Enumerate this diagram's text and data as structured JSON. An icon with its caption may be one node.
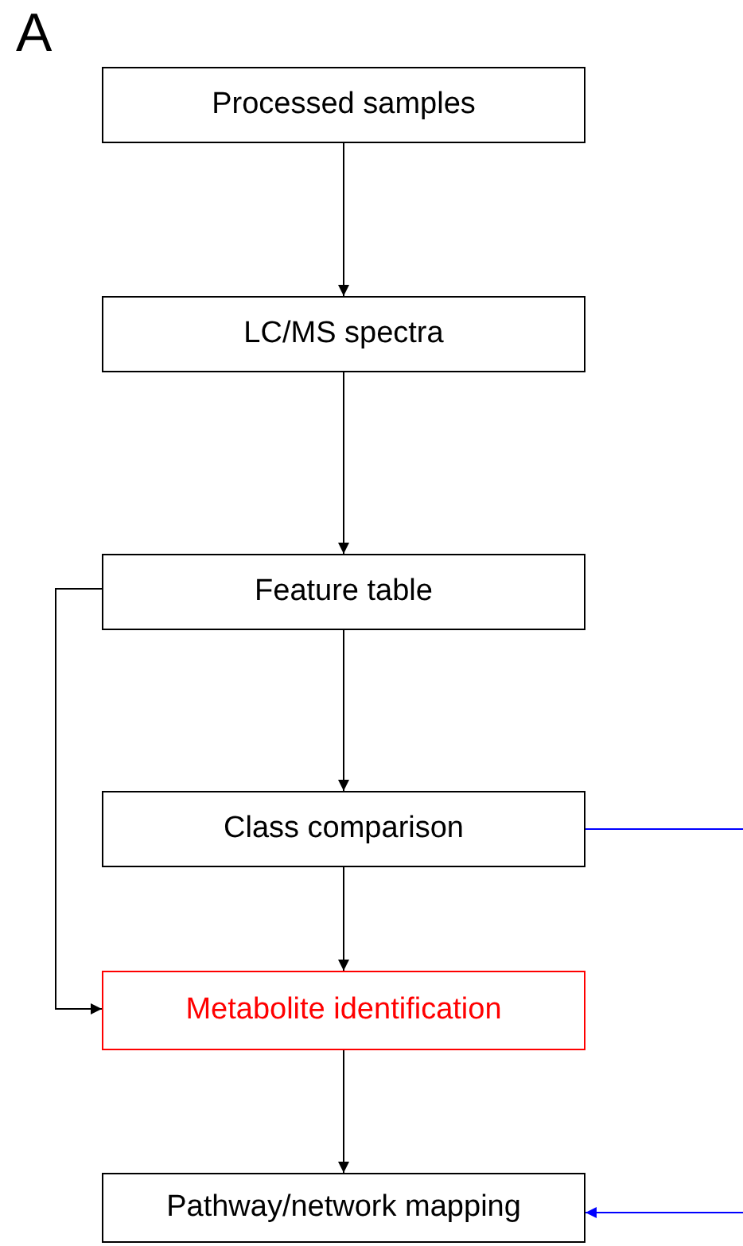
{
  "diagram": {
    "nodes": [
      {
        "text": [
          "Processed samples"
        ]
      },
      {
        "text": [
          "LC/MS spectra"
        ]
      },
      {
        "text": [
          "Feature table"
        ]
      },
      {
        "text": [
          "Class comparison"
        ]
      },
      {
        "text": [
          "Metabolite identification"
        ]
      },
      {
        "text": [
          "Pathway/network mapping"
        ]
      }
    ],
    "edges": [
      {
        "from": 0,
        "to": 1,
        "arrow": "to"
      },
      {
        "from": 1,
        "to": 2,
        "arrow": "to"
      },
      {
        "from": 2,
        "to": 3,
        "arrow": "to"
      },
      {
        "from": 3,
        "to": 4,
        "arrow": "to"
      },
      {
        "from": 4,
        "to": 5,
        "arrow": "to"
      },
      {
        "from": 2,
        "to": 4,
        "arrow": "to"
      },
      {
        "from": 3,
        "to": null,
        "arrow": "none",
        "color": "#0000ff"
      },
      {
        "from": null,
        "to": 5,
        "arrow": "to",
        "color": "#0000ff"
      }
    ],
    "labels": [
      "A"
    ]
  }
}
